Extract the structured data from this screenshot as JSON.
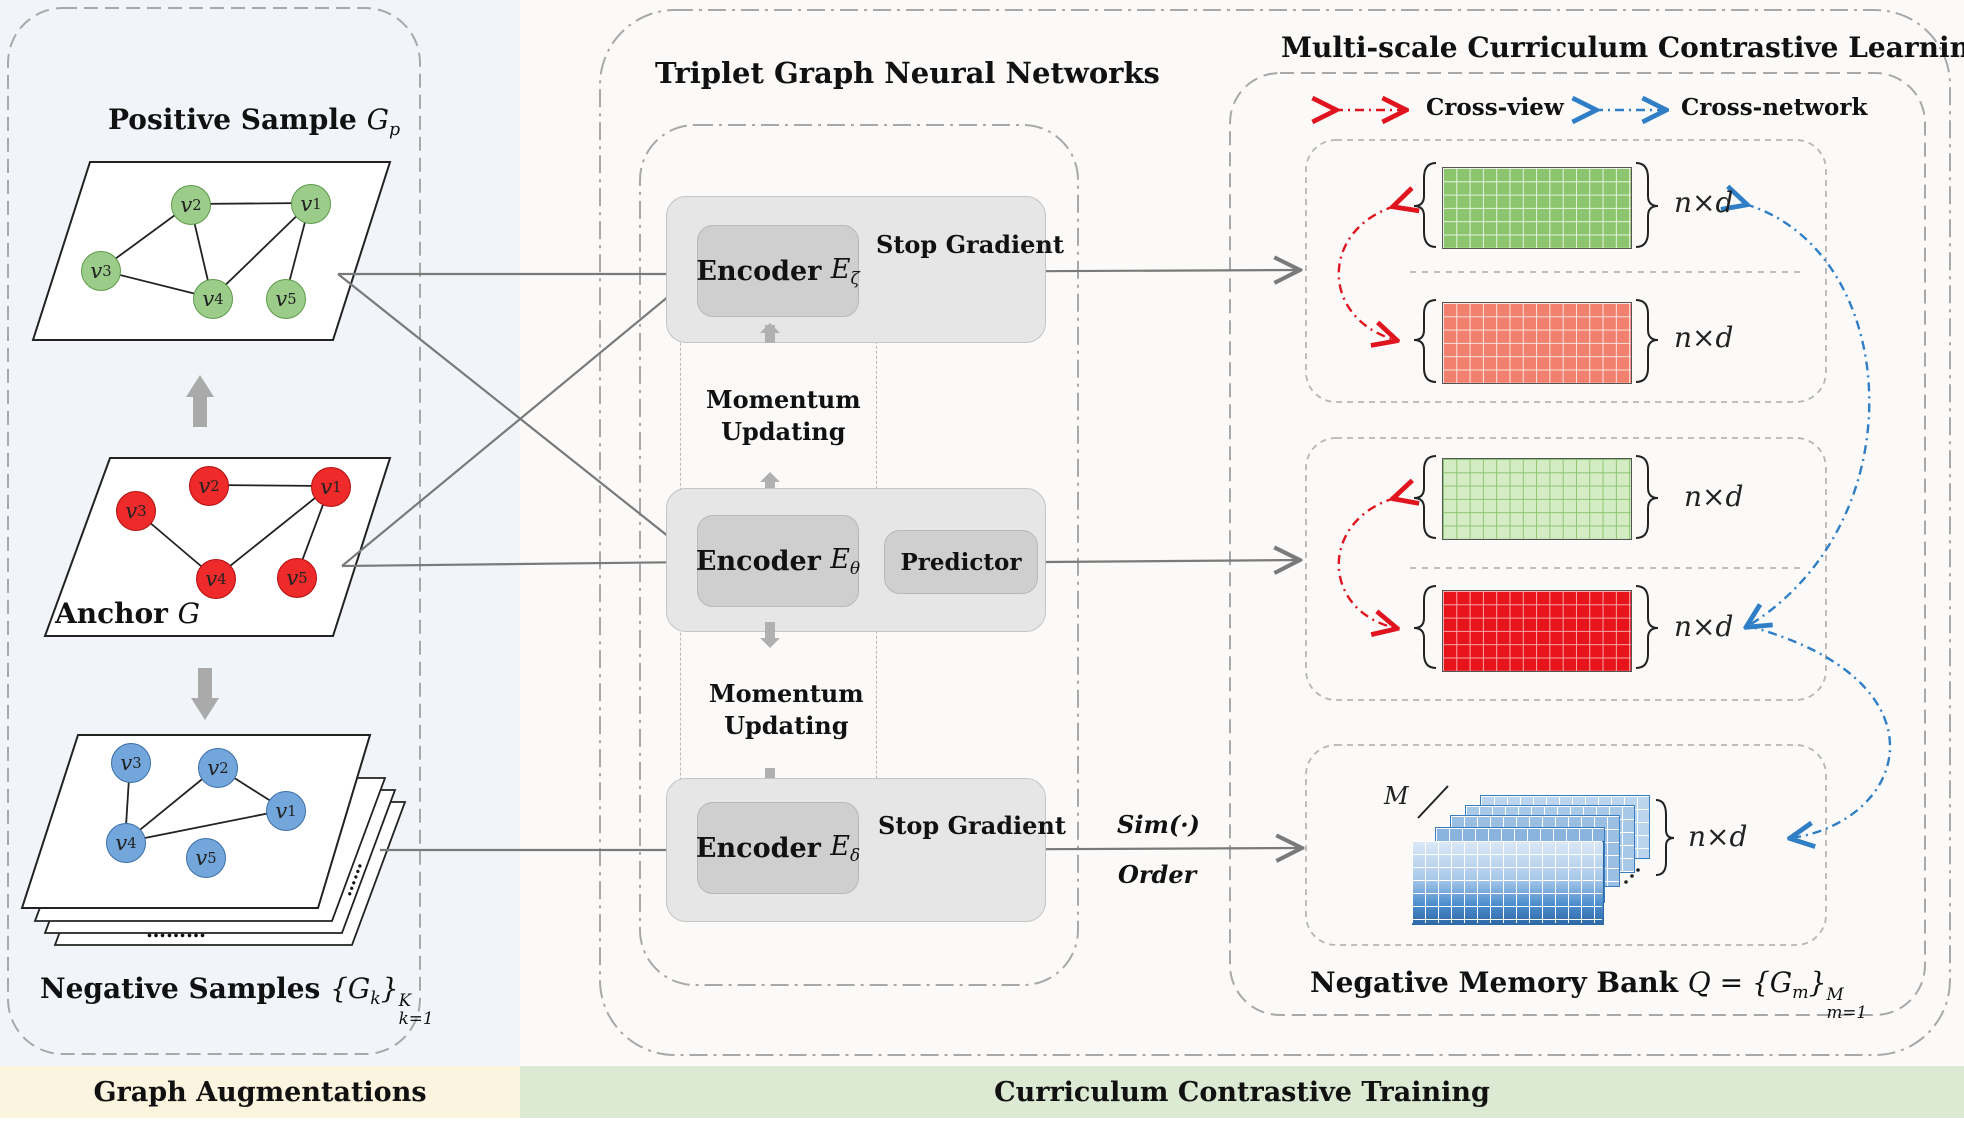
{
  "bottom_bar": {
    "left_label": "Graph Augmentations",
    "right_label": "Curriculum Contrastive Training",
    "left_color": "#fbf4de",
    "right_color": "#dce9d3"
  },
  "augmentations": {
    "positive_label": "Positive Sample",
    "positive_symbol": "G",
    "positive_sub": "p",
    "anchor_label": "Anchor",
    "anchor_symbol": "G",
    "negative_label": "Negative Samples",
    "negative_symbol": "{G",
    "negative_sub": "k",
    "negative_close": "}",
    "negative_sup": "K",
    "negative_sub2": "k=1",
    "positive_nodes": [
      "v2",
      "v1",
      "v3",
      "v4",
      "v5"
    ],
    "anchor_nodes": [
      "v2",
      "v1",
      "v3",
      "v4",
      "v5"
    ],
    "negative_nodes": [
      "v3",
      "v2",
      "v1",
      "v4",
      "v5"
    ],
    "ellipsis_bottom": "………",
    "ellipsis_side": "……"
  },
  "triplet": {
    "title": "Triplet Graph Neural Networks",
    "encoder_label": "Encoder",
    "encoder_zeta_sub": "ζ",
    "encoder_theta_sub": "θ",
    "encoder_delta_sub": "δ",
    "encoder_symbol": "E",
    "predictor": "Predictor",
    "stop_gradient_top": "Stop Gradient",
    "stop_gradient_bottom": "Stop Gradient",
    "momentum_top_line1": "Momentum",
    "momentum_top_line2": "Updating",
    "momentum_bottom_line1": "Momentum",
    "momentum_bottom_line2": "Updating",
    "sim": "Sim(·)",
    "order": "Order"
  },
  "multiscale": {
    "title": "Multi-scale Curriculum Contrastive Learning",
    "legend_cross_view": "Cross-view",
    "legend_cross_network": "Cross-network",
    "dim_label": "n×d",
    "memory_bank_label": "Negative Memory Bank",
    "memory_bank_symbol": "Q = {G",
    "memory_bank_sub": "m",
    "memory_bank_close": "}",
    "memory_bank_sup": "M",
    "memory_bank_sub2": "m=1",
    "memory_M": "M",
    "cross_view_color": "#e0141e",
    "cross_network_color": "#2f7ec6",
    "matrix_colors": [
      "#8cc56e",
      "#f2806e",
      "#d4ecc4",
      "#e8141c",
      "#3a7cc0"
    ]
  },
  "colors": {
    "positive_node": "#9bcc8a",
    "anchor_node": "#ee2a2a",
    "negative_node": "#73a7db"
  }
}
